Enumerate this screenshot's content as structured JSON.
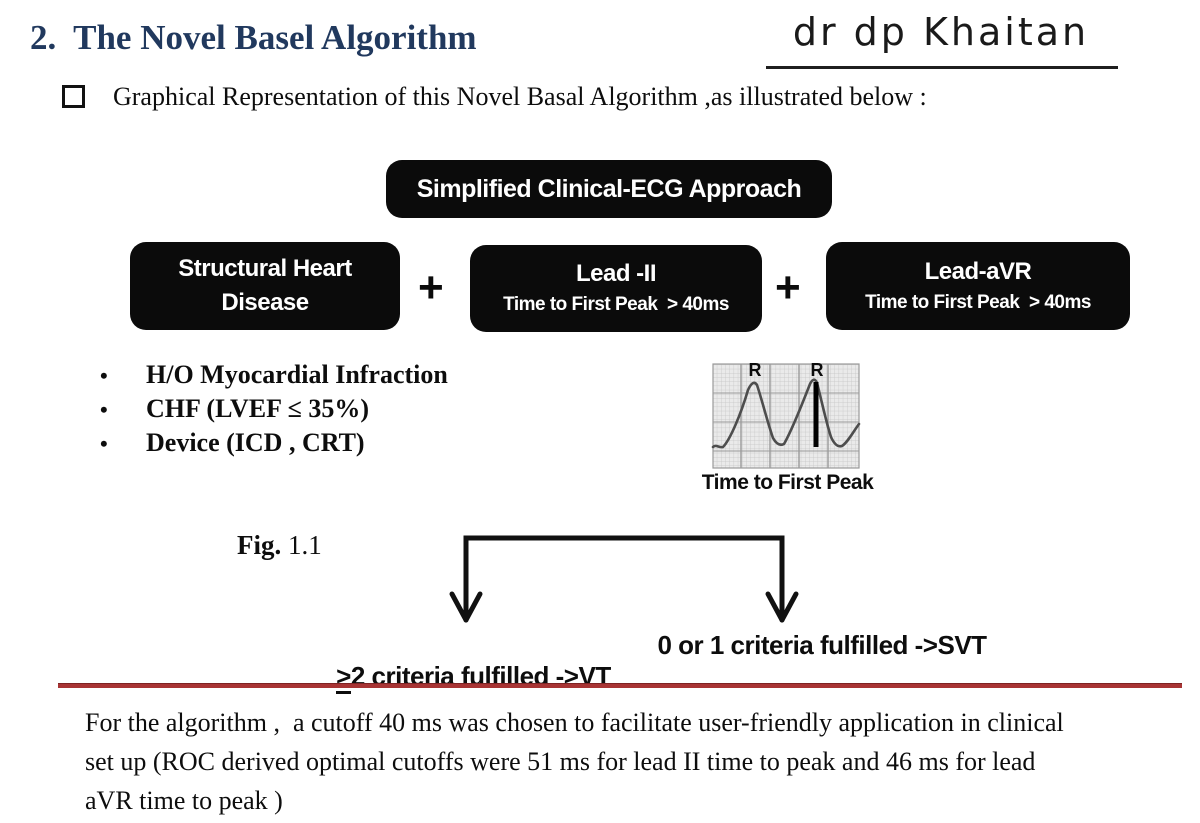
{
  "page": {
    "title": "2.  The Novel Basel Algorithm",
    "signature": "dr dp Khaitan",
    "bullet_text": "Graphical Representation of this Novel Basal Algorithm ,as illustrated below :"
  },
  "flowchart": {
    "top_box": "Simplified Clinical-ECG Approach",
    "plus": "+",
    "boxes": [
      {
        "line1": "Structural Heart",
        "line2": "Disease"
      },
      {
        "line1": "Lead -II",
        "line2": "Time to First Peak  > 40ms"
      },
      {
        "line1": "Lead-aVR",
        "line2": "Time to First Peak  > 40ms"
      }
    ]
  },
  "criteria": {
    "dot": "•",
    "items": [
      "H/O Myocardial Infraction",
      "CHF (LVEF ≤ 35%)",
      "Device (ICD , CRT)"
    ]
  },
  "ecg": {
    "r_label_1": "R",
    "r_label_2": "R",
    "caption": "Time to First Peak"
  },
  "figure": {
    "label": "Fig.",
    "number": " 1.1"
  },
  "outcomes": {
    "vt_prefix": ">",
    "vt_text": "2 criteria fulfilled ->VT",
    "svt_text": "0 or 1 criteria fulfilled ->SVT"
  },
  "footnote": {
    "line1": "For the algorithm ,  a cutoff 40 ms was chosen to facilitate user-friendly application in clinical",
    "line2": "set up (ROC derived optimal cutoffs were 51 ms for lead II time to peak and 46 ms for lead",
    "line3": "aVR time to peak )"
  },
  "colors": {
    "title_navy": "#21395e",
    "divider_red": "#a83434",
    "box_black": "#0b0b0b"
  }
}
